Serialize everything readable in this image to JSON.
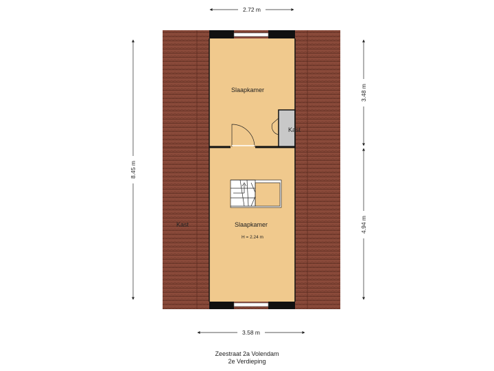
{
  "dimensions": {
    "top_width": "2.72 m",
    "bottom_width": "3.58 m",
    "left_height": "8.45 m",
    "right_upper_height": "3.48 m",
    "right_lower_height": "4.94 m"
  },
  "rooms": {
    "upper_bedroom": "Slaapkamer",
    "lower_bedroom": "Slaapkamer",
    "closet_right": "Kast",
    "closet_left": "Kast",
    "ceiling_height": "H = 2.24 m"
  },
  "caption": {
    "address": "Zeestraat 2a Volendam",
    "floor": "2e Verdieping"
  },
  "colors": {
    "floor": "#f0c98d",
    "roof": "#8a4a3a",
    "roof_tile_line": "#5e2e22",
    "closet": "#c8c8c8",
    "wall": "#111111"
  }
}
